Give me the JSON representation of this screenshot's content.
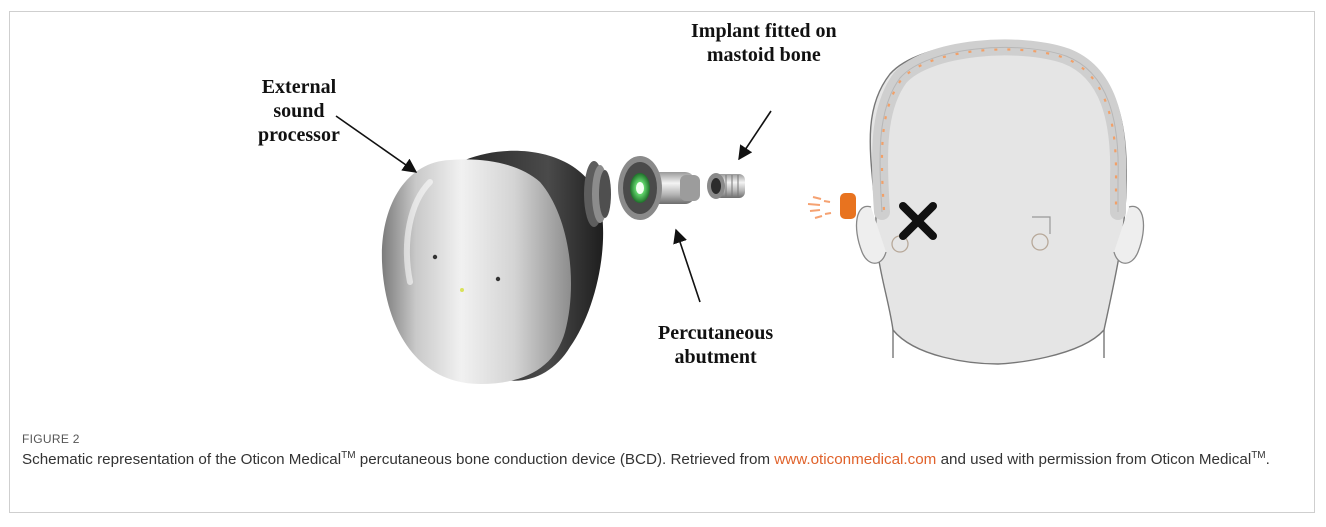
{
  "figure": {
    "labels": {
      "external_processor": [
        "External",
        "sound",
        "processor"
      ],
      "implant": [
        "Implant fitted on",
        "mastoid bone"
      ],
      "abutment": [
        "Percutaneous",
        "abutment"
      ]
    },
    "caption": {
      "heading": "FIGURE 2",
      "text_before_tm1": "Schematic representation of the Oticon Medical",
      "tm1": "TM",
      "text_after_tm1": " percutaneous bone conduction device (BCD). Retrieved from ",
      "link": "www.oticonmedical.com",
      "text_after_link": " and used with permission from Oticon Medical",
      "tm2": "TM",
      "text_end": "."
    },
    "colors": {
      "link": "#e0622b",
      "processor_orange": "#e8731f",
      "sound_waves": "#f5a272"
    }
  }
}
